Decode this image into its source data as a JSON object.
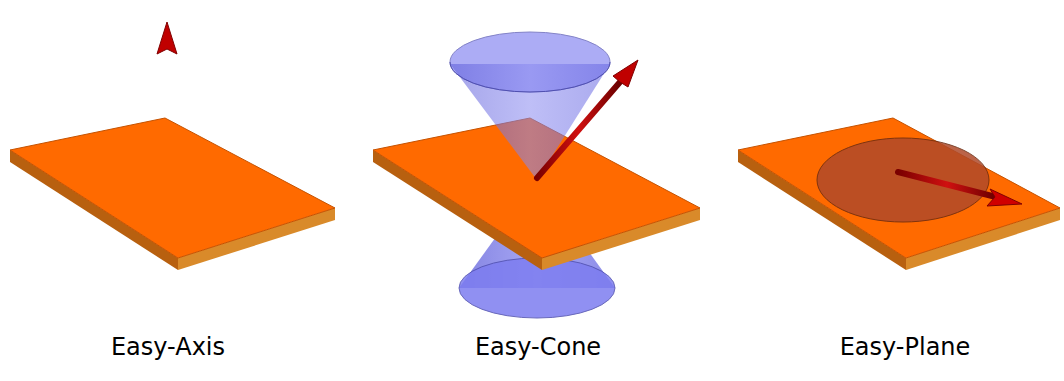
{
  "diagram": {
    "labels": [
      "Easy-Axis",
      "Easy-Cone",
      "Easy-Plane"
    ]
  }
}
